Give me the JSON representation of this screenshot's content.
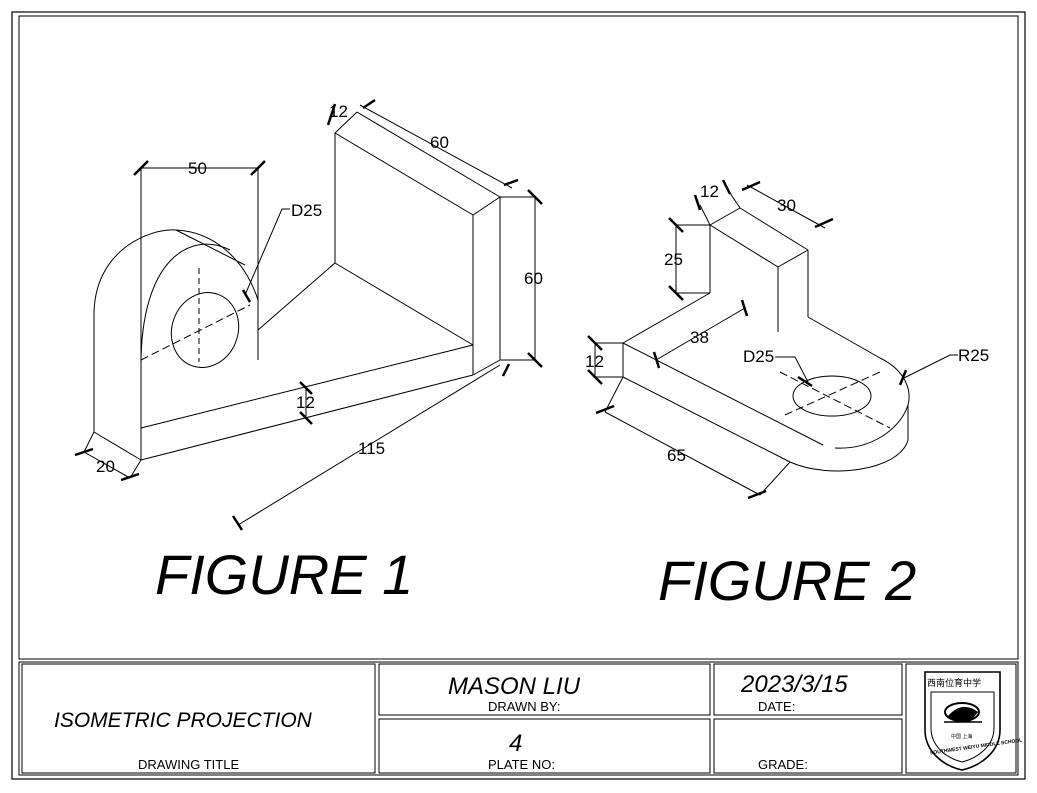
{
  "figure1": {
    "label": "FIGURE 1",
    "dims": {
      "width_50": "50",
      "hole_d25": "D25",
      "top_12": "12",
      "length_60": "60",
      "height_60": "60",
      "base_12": "12",
      "length_115": "115",
      "depth_20": "20"
    }
  },
  "figure2": {
    "label": "FIGURE 2",
    "dims": {
      "top_12": "12",
      "top_30": "30",
      "height_25": "25",
      "offset_38": "38",
      "base_12": "12",
      "hole_d25": "D25",
      "radius_r25": "R25",
      "length_65": "65"
    }
  },
  "title_block": {
    "drawing_title_value": "ISOMETRIC PROJECTION",
    "drawing_title_label": "DRAWING TITLE",
    "drawn_by_value": "MASON LIU",
    "drawn_by_label": "DRAWN BY:",
    "date_value": "2023/3/15",
    "date_label": "DATE:",
    "plate_no_value": "4",
    "plate_no_label": "PLATE NO:",
    "grade_label": "GRADE:",
    "logo_text": [
      "西南位育中学",
      "SOUTHWEST WEIYU MIDDLE SCHOOL",
      "中国 上海"
    ]
  }
}
